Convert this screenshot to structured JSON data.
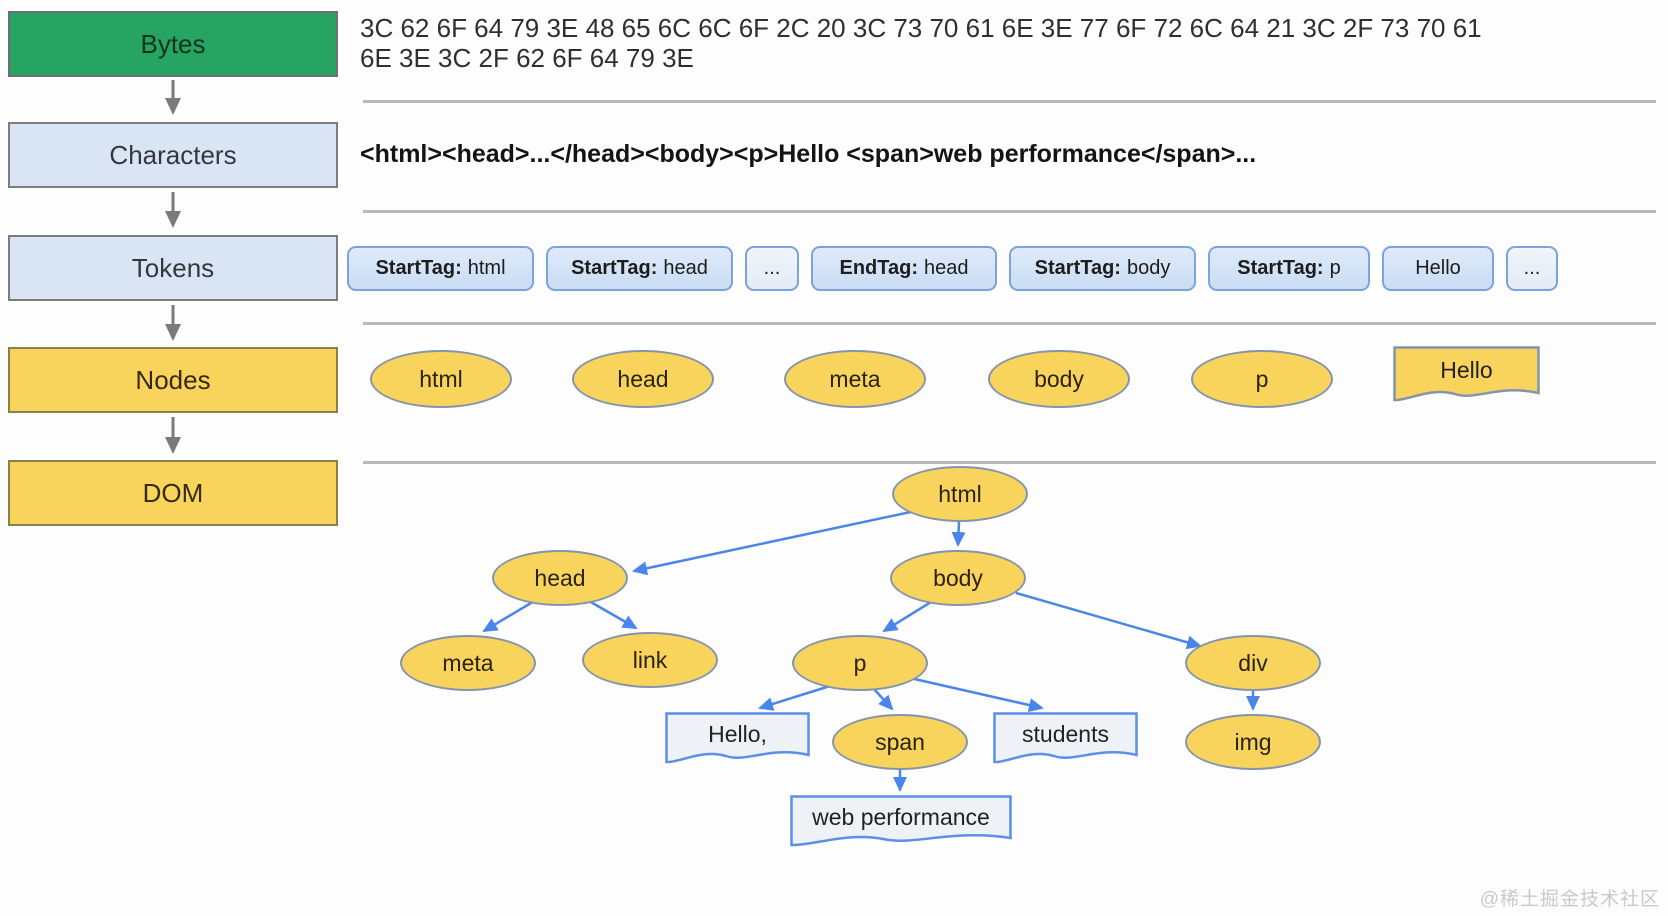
{
  "pipeline": {
    "stages": [
      {
        "label": "Bytes"
      },
      {
        "label": "Characters"
      },
      {
        "label": "Tokens"
      },
      {
        "label": "Nodes"
      },
      {
        "label": "DOM"
      }
    ]
  },
  "bytes_row": {
    "lines": [
      "3C 62 6F 64 79 3E 48 65 6C 6C 6F 2C 20 3C 73 70 61 6E 3E 77 6F 72 6C 64 21 3C 2F 73 70 61",
      "6E 3E 3C 2F 62 6F 64 79 3E"
    ]
  },
  "characters_row": {
    "text": "<html><head>...</head><body><p>Hello <span>web performance</span>..."
  },
  "tokens_row": {
    "tokens": [
      {
        "type": "StartTag:",
        "value": "html"
      },
      {
        "type": "StartTag:",
        "value": "head"
      },
      {
        "type": "",
        "value": "..."
      },
      {
        "type": "EndTag:",
        "value": "head"
      },
      {
        "type": "StartTag:",
        "value": "body"
      },
      {
        "type": "StartTag:",
        "value": "p"
      },
      {
        "type": "",
        "value": "Hello"
      },
      {
        "type": "",
        "value": "..."
      }
    ]
  },
  "nodes_row": {
    "nodes": [
      {
        "label": "html",
        "shape": "ellipse"
      },
      {
        "label": "head",
        "shape": "ellipse"
      },
      {
        "label": "meta",
        "shape": "ellipse"
      },
      {
        "label": "body",
        "shape": "ellipse"
      },
      {
        "label": "p",
        "shape": "ellipse"
      },
      {
        "label": "Hello",
        "shape": "document"
      }
    ]
  },
  "dom_tree": {
    "nodes": [
      {
        "label": "html",
        "shape": "ellipse"
      },
      {
        "label": "head",
        "shape": "ellipse"
      },
      {
        "label": "body",
        "shape": "ellipse"
      },
      {
        "label": "meta",
        "shape": "ellipse"
      },
      {
        "label": "link",
        "shape": "ellipse"
      },
      {
        "label": "p",
        "shape": "ellipse"
      },
      {
        "label": "div",
        "shape": "ellipse"
      },
      {
        "label": "span",
        "shape": "ellipse"
      },
      {
        "label": "img",
        "shape": "ellipse"
      },
      {
        "label": "Hello,",
        "shape": "document"
      },
      {
        "label": "students",
        "shape": "document"
      },
      {
        "label": "web performance",
        "shape": "document"
      }
    ],
    "edges": [
      "html->head",
      "html->body",
      "head->meta",
      "head->link",
      "body->p",
      "body->div",
      "p->Hello,",
      "p->span",
      "p->students",
      "div->img",
      "span->web performance"
    ]
  },
  "watermark": "@稀土掘金技术社区",
  "colors": {
    "bytes_green": "#27a462",
    "stage_blue": "#d9e5f5",
    "stage_yellow": "#f8d45c",
    "token_fill": "#cfe0f4",
    "token_border": "#7ba3dc",
    "node_fill": "#f8d45c",
    "node_border": "#8494ad",
    "text_node_fill": "#eef1f5",
    "text_node_border": "#5d8fea",
    "tree_arrow_blue": "#4a86e8",
    "flow_arrow_gray": "#7a7a7a",
    "separator_gray": "#b9b9b9"
  }
}
